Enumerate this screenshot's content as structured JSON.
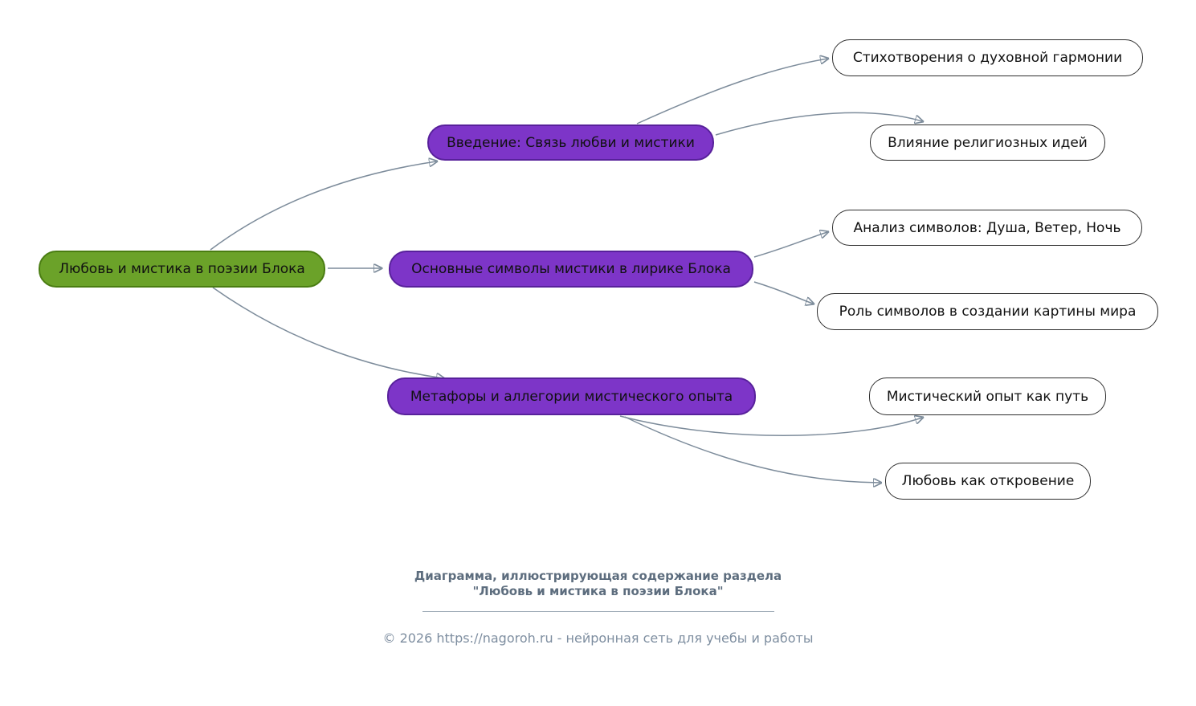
{
  "colors": {
    "root_fill": "#6ba229",
    "root_border": "#4a7d12",
    "branch_fill": "#7d35c8",
    "branch_border": "#58219b",
    "leaf_fill": "#ffffff",
    "leaf_border": "#2e2e2e",
    "arrow": "#7d8c9b",
    "node_text": "#111111",
    "caption_text": "#5d6d7e",
    "copyright_text": "#7e8ea0"
  },
  "nodes": {
    "root": "Любовь и мистика в поэзии Блока",
    "intro": "Введение: Связь любви и мистики",
    "symbols": "Основные символы мистики в лирике Блока",
    "metaphors": "Метафоры и аллегории мистического опыта",
    "leaf_harmony": "Стихотворения о духовной гармонии",
    "leaf_religion": "Влияние религиозных идей",
    "leaf_analysis": "Анализ символов: Душа, Ветер, Ночь",
    "leaf_role": "Роль символов в создании картины мира",
    "leaf_path": "Мистический опыт как путь",
    "leaf_love": "Любовь как откровение"
  },
  "footer": {
    "caption_line1": "Диаграмма, иллюстрирующая содержание раздела",
    "caption_line2": "\"Любовь и мистика в поэзии Блока\"",
    "copyright": "© 2026 https://nagoroh.ru - нейронная сеть для учебы и работы"
  }
}
